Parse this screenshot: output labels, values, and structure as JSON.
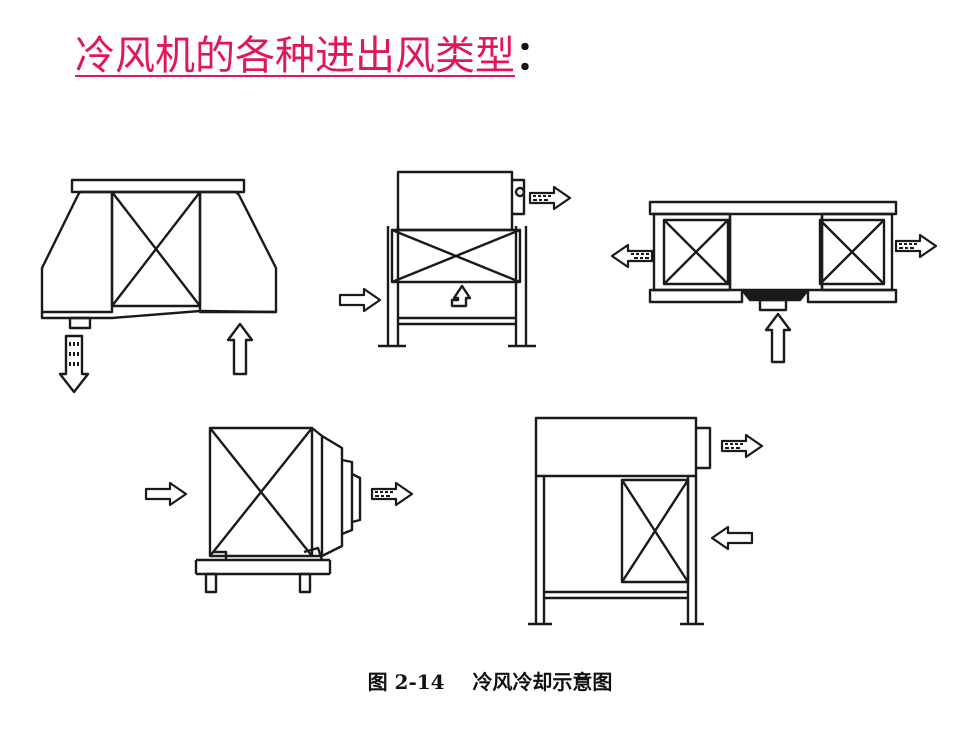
{
  "title": {
    "text": "冷风机的各种进出风类型",
    "colon": "："
  },
  "caption": {
    "label": "图 2-14",
    "text": "冷风冷却示意图"
  },
  "colors": {
    "title": "#e2155f",
    "line": "#1a1a1a"
  },
  "units": [
    {
      "id": "unit-1",
      "description_icon": "ceiling-unit-icon"
    },
    {
      "id": "unit-2",
      "description_icon": "frame-unit-icon"
    },
    {
      "id": "unit-3",
      "description_icon": "double-coil-unit-icon"
    },
    {
      "id": "unit-4",
      "description_icon": "floor-unit-icon"
    },
    {
      "id": "unit-5",
      "description_icon": "stand-unit-icon"
    }
  ]
}
